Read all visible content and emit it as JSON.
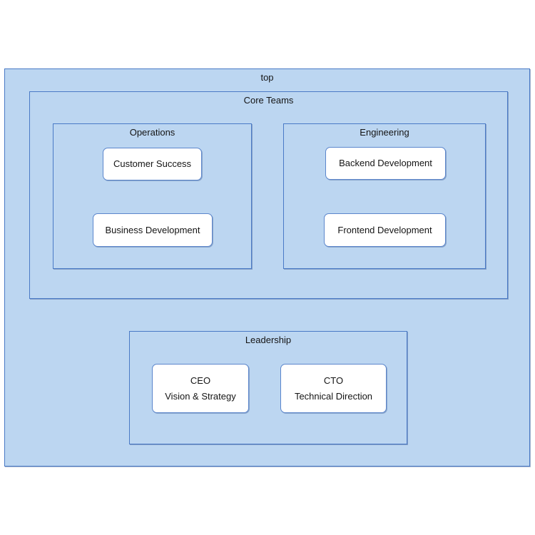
{
  "diagram": {
    "top": {
      "label": "top"
    },
    "core_teams": {
      "label": "Core Teams"
    },
    "operations": {
      "label": "Operations",
      "nodes": [
        {
          "label": "Customer Success"
        },
        {
          "label": "Business Development"
        }
      ]
    },
    "engineering": {
      "label": "Engineering",
      "nodes": [
        {
          "label": "Backend Development"
        },
        {
          "label": "Frontend Development"
        }
      ]
    },
    "leadership": {
      "label": "Leadership",
      "nodes": [
        {
          "title": "CEO",
          "subtitle": "Vision & Strategy"
        },
        {
          "title": "CTO",
          "subtitle": "Technical Direction"
        }
      ]
    }
  },
  "colors": {
    "page_background": "#ffffff",
    "container_fill": "#bcd6f1",
    "container_border": "#4a7ac6",
    "node_fill": "#ffffff",
    "node_border": "#5b86cc",
    "text": "#141414"
  }
}
